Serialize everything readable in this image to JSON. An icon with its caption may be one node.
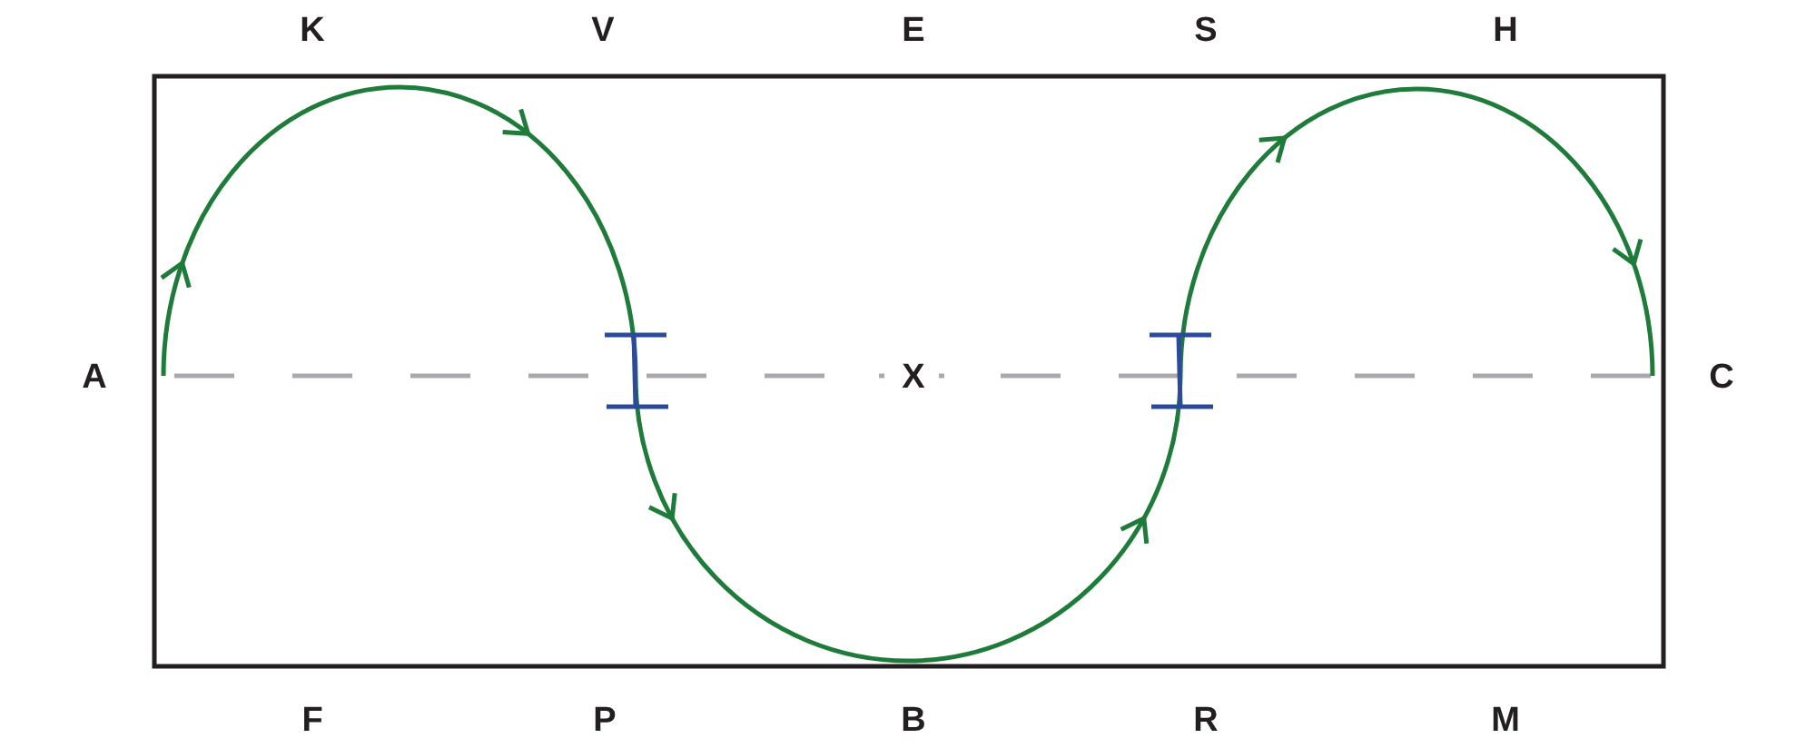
{
  "diagram": {
    "labels": [
      "K",
      "V",
      "E",
      "S",
      "H",
      "A",
      "X",
      "C",
      "F",
      "P",
      "B",
      "R",
      "M"
    ]
  }
}
